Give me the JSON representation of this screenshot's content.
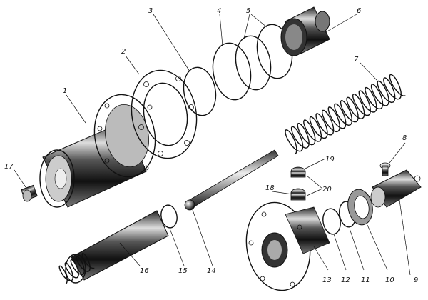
{
  "diagram": {
    "callouts": [
      {
        "id": "1",
        "text": "1"
      },
      {
        "id": "2",
        "text": "2"
      },
      {
        "id": "3",
        "text": "3"
      },
      {
        "id": "4",
        "text": "4"
      },
      {
        "id": "5",
        "text": "5"
      },
      {
        "id": "6",
        "text": "6"
      },
      {
        "id": "7",
        "text": "7"
      },
      {
        "id": "8",
        "text": "8"
      },
      {
        "id": "9",
        "text": "9"
      },
      {
        "id": "10",
        "text": "10"
      },
      {
        "id": "11",
        "text": "11"
      },
      {
        "id": "12",
        "text": "12"
      },
      {
        "id": "13",
        "text": "13"
      },
      {
        "id": "14",
        "text": "14"
      },
      {
        "id": "15",
        "text": "15"
      },
      {
        "id": "16",
        "text": "16"
      },
      {
        "id": "17",
        "text": "17"
      },
      {
        "id": "18",
        "text": "18"
      },
      {
        "id": "19",
        "text": "19"
      },
      {
        "id": "20",
        "text": "20"
      }
    ]
  }
}
